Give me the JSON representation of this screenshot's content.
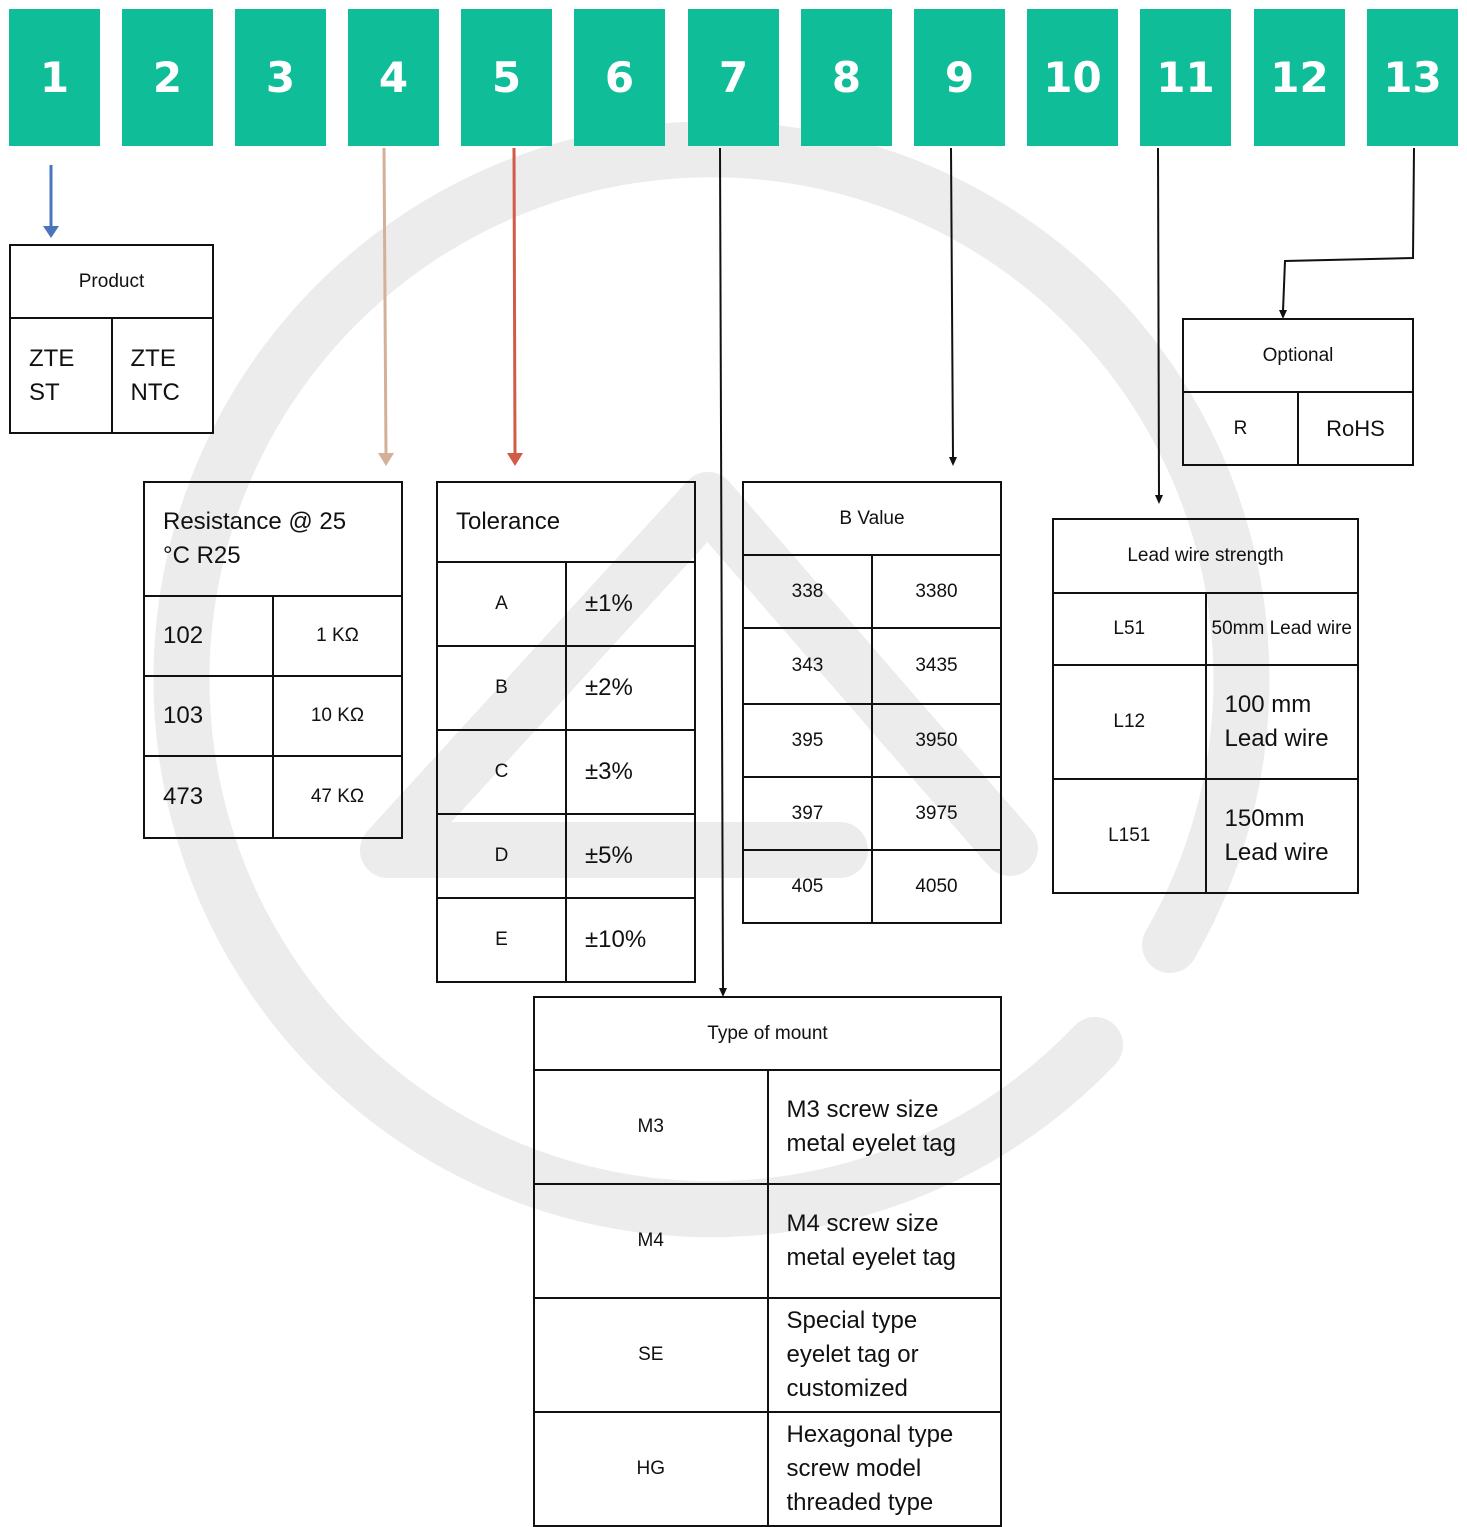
{
  "positions": [
    "1",
    "2",
    "3",
    "4",
    "5",
    "6",
    "7",
    "8",
    "9",
    "10",
    "11",
    "12",
    "13"
  ],
  "colors": {
    "position_fill": "#10bd99",
    "position_text": "#ffffff",
    "product_border": "#4a74bc",
    "resistance_border": "#d3b097",
    "tolerance_border": "#d25a48",
    "default_border": "#111111",
    "watermark": "#ececec"
  },
  "product": {
    "title": "Product",
    "options": [
      "ZTE ST",
      "ZTE NTC"
    ]
  },
  "resistance": {
    "title": "Resistance @ 25 °C R25",
    "rows": [
      {
        "code": "102",
        "value": "1 KΩ"
      },
      {
        "code": "103",
        "value": "10 KΩ"
      },
      {
        "code": "473",
        "value": "47 KΩ"
      }
    ]
  },
  "tolerance": {
    "title": "Tolerance",
    "rows": [
      {
        "code": "A",
        "value": "±1%"
      },
      {
        "code": "B",
        "value": "±2%"
      },
      {
        "code": "C",
        "value": "±3%"
      },
      {
        "code": "D",
        "value": "±5%"
      },
      {
        "code": "E",
        "value": "±10%"
      }
    ]
  },
  "b_value": {
    "title": "B Value",
    "rows": [
      {
        "code": "338",
        "value": "3380"
      },
      {
        "code": "343",
        "value": "3435"
      },
      {
        "code": "395",
        "value": "3950"
      },
      {
        "code": "397",
        "value": "3975"
      },
      {
        "code": "405",
        "value": "4050"
      }
    ]
  },
  "lead_wire": {
    "title": "Lead wire strength",
    "rows": [
      {
        "code": "L51",
        "value": "50mm Lead wire"
      },
      {
        "code": "L12",
        "value": "100 mm Lead wire"
      },
      {
        "code": "L151",
        "value": "150mm Lead wire"
      }
    ]
  },
  "optional": {
    "title": "Optional",
    "rows": [
      {
        "code": "R",
        "value": "RoHS"
      }
    ]
  },
  "mount": {
    "title": "Type of mount",
    "rows": [
      {
        "code": "M3",
        "value": "M3 screw size metal eyelet tag"
      },
      {
        "code": "M4",
        "value": "M4 screw size metal eyelet tag"
      },
      {
        "code": "SE",
        "value": "Special type eyelet tag or customized"
      },
      {
        "code": "HG",
        "value": "Hexagonal type screw model threaded type"
      }
    ]
  }
}
